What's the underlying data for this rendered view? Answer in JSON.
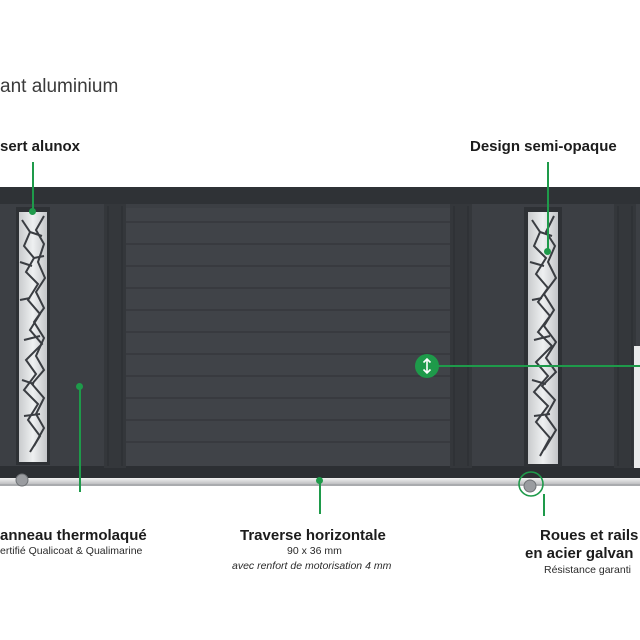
{
  "title": "ant aluminium",
  "colors": {
    "accent": "#1e9a4a",
    "gate": "#3b3e43",
    "gate_dark": "#2c2f33",
    "rail": "#d9dadb"
  },
  "callouts": {
    "insert": {
      "label": "sert alunox"
    },
    "design": {
      "label": "Design semi-opaque"
    },
    "panel": {
      "label": "anneau thermolaqué",
      "sub": "ertifié Qualicoat & Qualimarine"
    },
    "traverse": {
      "label": "Traverse horizontale",
      "sub": "90 x 36 mm",
      "sub2": "avec renfort de motorisation 4 mm"
    },
    "wheels": {
      "label1": "Roues et rails",
      "label2": "en acier galvan",
      "sub": "Résistance garanti"
    }
  },
  "icons": {
    "slide": "up-down-arrows-icon"
  }
}
